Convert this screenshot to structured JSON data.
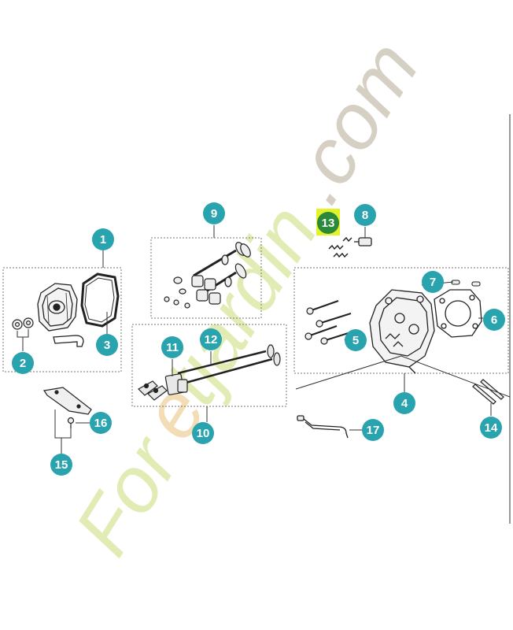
{
  "colors": {
    "callout": "#29a3ad",
    "highlight_box": "#e4f22a",
    "highlight_circle": "#2a8a3a",
    "line": "#333333",
    "box_border": "#777777",
    "watermark_green": "#e1ecb4",
    "watermark_orange": "#f3ddb6",
    "watermark_grey": "#d6d0c4"
  },
  "watermark": {
    "brand_part1": "For",
    "brand_accent": "e",
    "brand_part2": "tjardin",
    "brand_suffix": ".com"
  },
  "callouts": [
    {
      "label": "1"
    },
    {
      "label": "2"
    },
    {
      "label": "3"
    },
    {
      "label": "4"
    },
    {
      "label": "5"
    },
    {
      "label": "6"
    },
    {
      "label": "7"
    },
    {
      "label": "8"
    },
    {
      "label": "9"
    },
    {
      "label": "10"
    },
    {
      "label": "11"
    },
    {
      "label": "12"
    },
    {
      "label": "13"
    },
    {
      "label": "14"
    },
    {
      "label": "15"
    },
    {
      "label": "16"
    },
    {
      "label": "17"
    }
  ],
  "highlighted_part": "13"
}
